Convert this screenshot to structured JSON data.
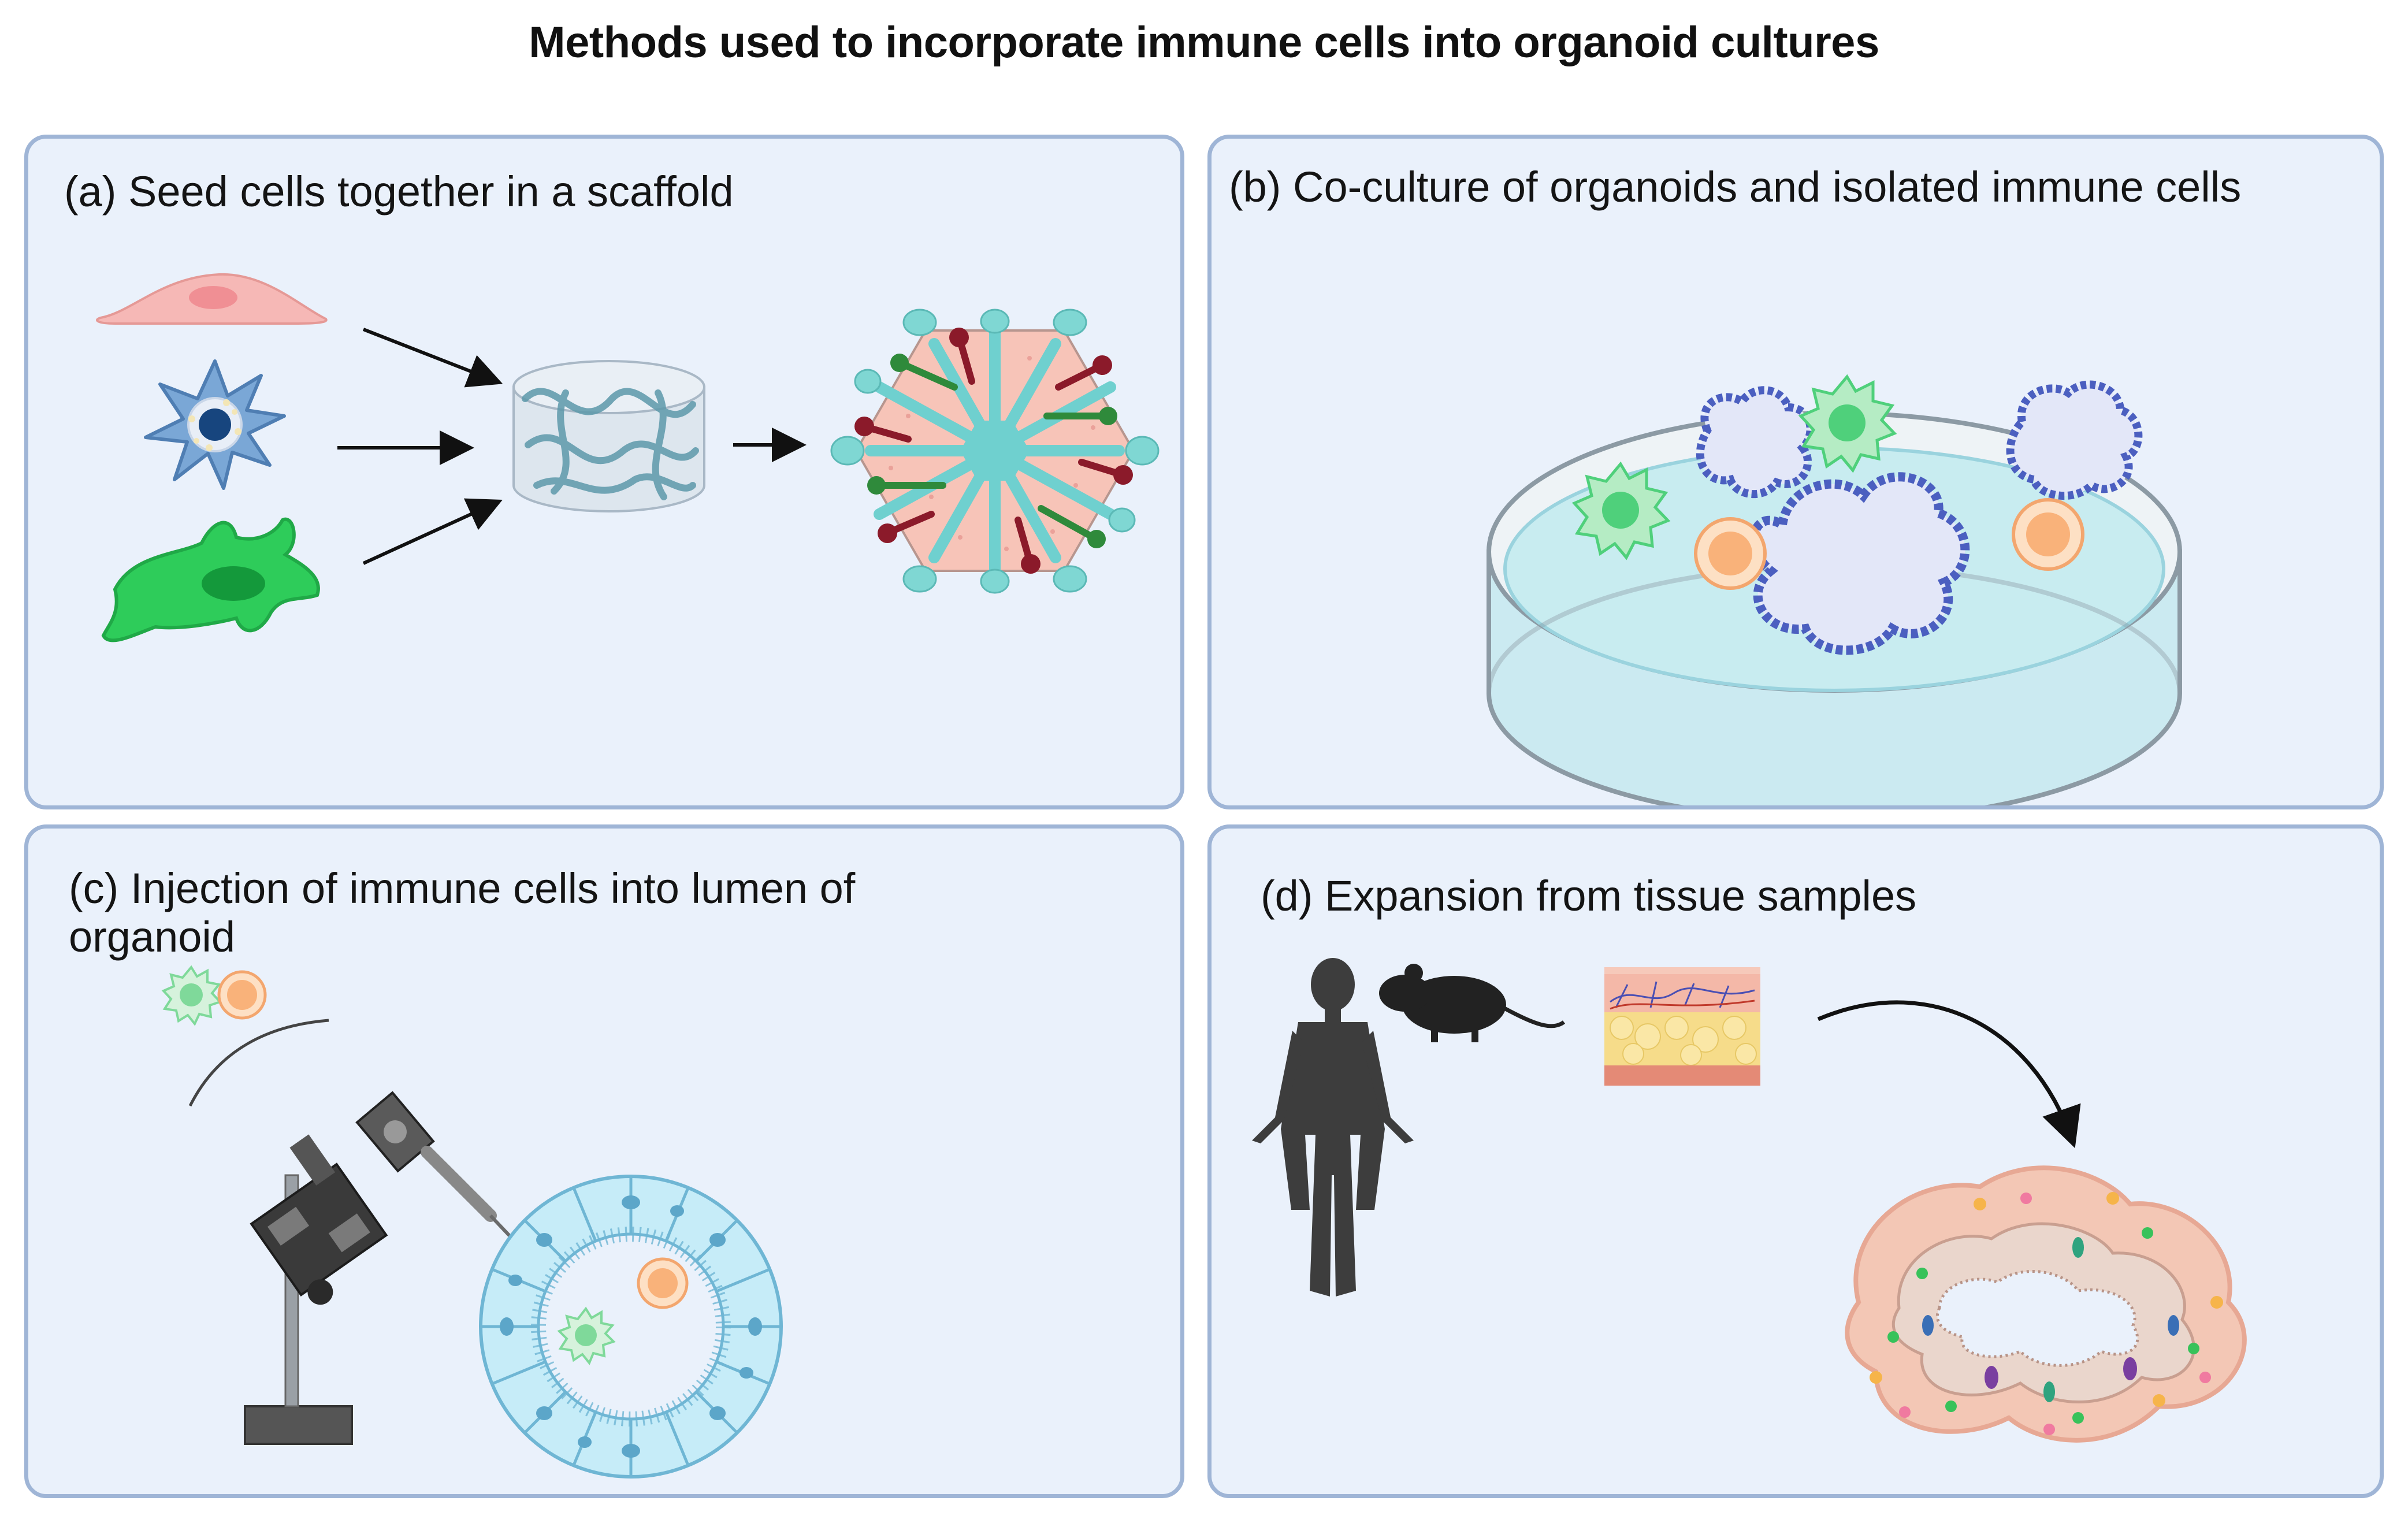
{
  "title": "Methods used to incorporate immune cells into organoid cultures",
  "panels": [
    {
      "id": "a",
      "title": "(a) Seed cells together in a scaffold"
    },
    {
      "id": "b",
      "title": "(b) Co-culture of organoids and isolated immune cells"
    },
    {
      "id": "c",
      "title_line1": "(c) Injection of immune cells into lumen of",
      "title_line2": "organoid"
    },
    {
      "id": "d",
      "title": "(d) Expansion from tissue samples"
    }
  ],
  "colors": {
    "panel_bg": "#eaf1fb",
    "panel_border": "#9fb5d6",
    "fibroblast": "#f6b8b6",
    "dendritic_cell": "#6d9ccc",
    "macrophage": "#2ecc5a",
    "immune_green": "#4fd07b",
    "immune_orange": "#f9b27a",
    "organoid_blue": "#4b5fc0",
    "lumen_cyan": "#6fd0cf",
    "tissue_pink": "#f3c7b5"
  },
  "icons": [
    "fibroblast-icon",
    "dendritic-cell-icon",
    "macrophage-icon",
    "hydrogel-scaffold-icon",
    "organoid-icon",
    "petri-dish-icon",
    "microinjector-icon",
    "human-silhouette-icon",
    "mouse-icon",
    "skin-tissue-icon",
    "intestinal-organoid-icon"
  ]
}
